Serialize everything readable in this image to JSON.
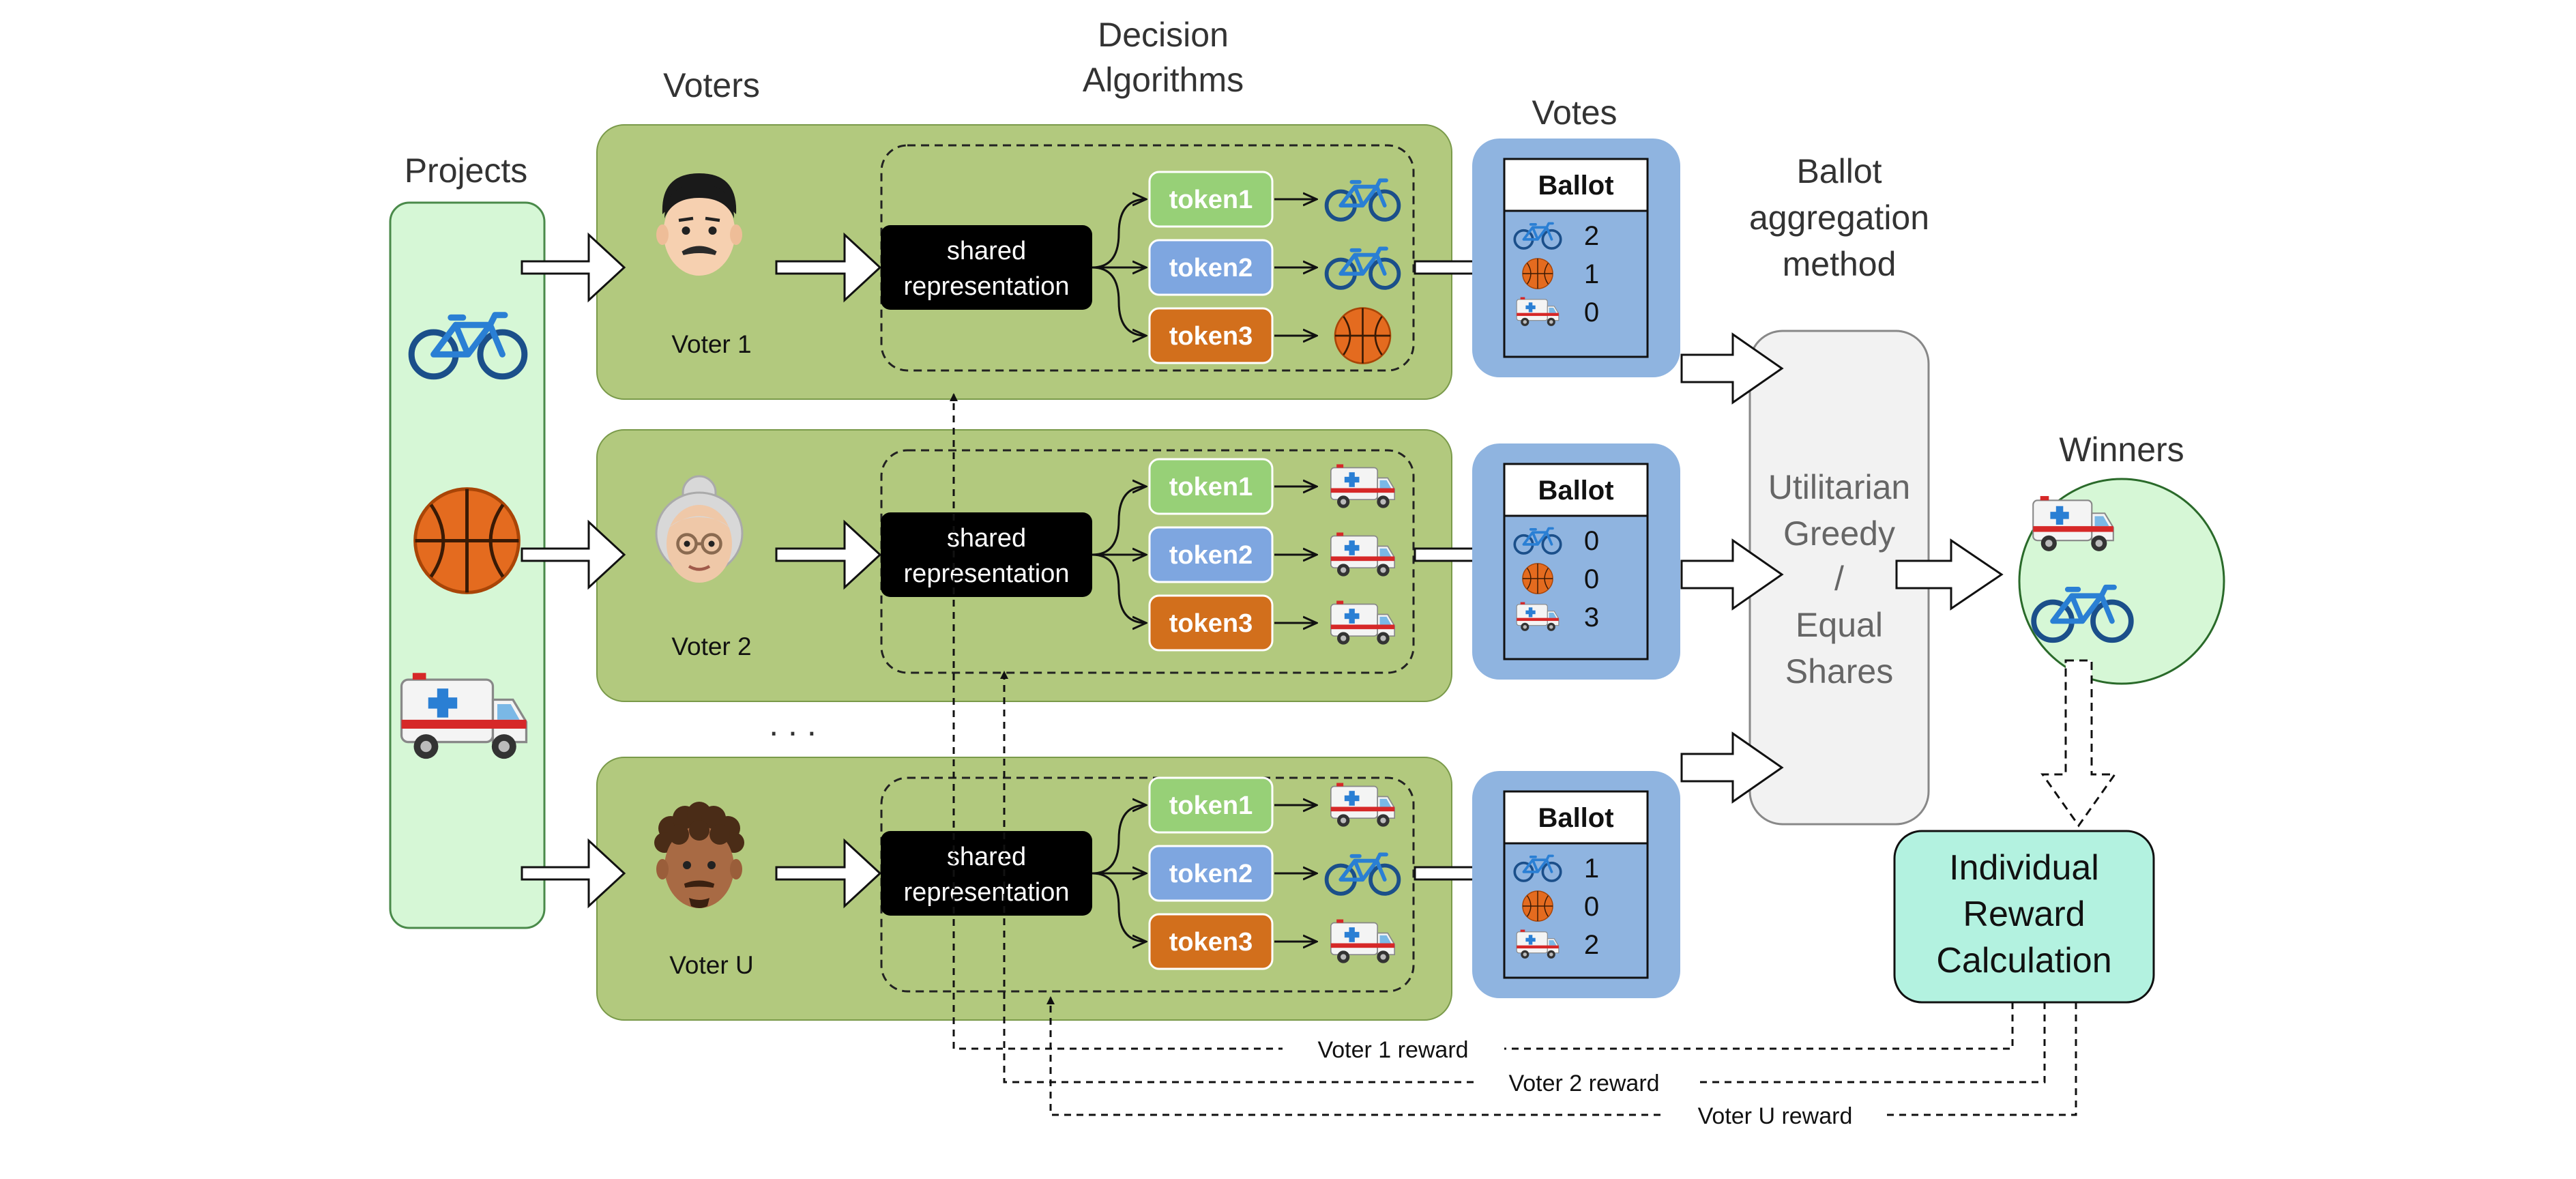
{
  "labels": {
    "projects": "Projects",
    "voters": "Voters",
    "decision_algorithms_line1": "Decision",
    "decision_algorithms_line2": "Algorithms",
    "votes": "Votes",
    "ballot_aggregation_line1": "Ballot",
    "ballot_aggregation_line2": "aggregation",
    "ballot_aggregation_line3": "method",
    "winners": "Winners",
    "ellipsis": ". . ."
  },
  "aggregation_box": {
    "line1": "Utilitarian",
    "line2": "Greedy",
    "line3": "/",
    "line4": "Equal",
    "line5": "Shares"
  },
  "reward_box": {
    "line1": "Individual",
    "line2": "Reward",
    "line3": "Calculation"
  },
  "shared_representation": {
    "line1": "shared",
    "line2": "representation"
  },
  "tokens": [
    "token1",
    "token2",
    "token3"
  ],
  "voters": [
    {
      "label": "Voter 1",
      "picks": [
        "bicycle",
        "bicycle",
        "basketball"
      ],
      "ballot": [
        "2",
        "1",
        "0"
      ]
    },
    {
      "label": "Voter 2",
      "picks": [
        "ambulance",
        "ambulance",
        "ambulance"
      ],
      "ballot": [
        "0",
        "0",
        "3"
      ]
    },
    {
      "label": "Voter U",
      "picks": [
        "ambulance",
        "bicycle",
        "ambulance"
      ],
      "ballot": [
        "1",
        "0",
        "2"
      ]
    }
  ],
  "ballot_title": "Ballot",
  "rewards": [
    "Voter 1 reward",
    "Voter 2 reward",
    "Voter U reward"
  ],
  "colors": {
    "panel_green": "#b2c97e",
    "projects_green": "#d6f7d6",
    "votes_blue": "#8fb4e0",
    "token1": "#97d077",
    "token2": "#7ea6e0",
    "token3": "#d26f1c",
    "reward_box": "#b3f2e0",
    "aggregation_box": "#f2f2f2"
  },
  "icons": [
    "bicycle-icon",
    "basketball-icon",
    "ambulance-icon",
    "man-face-icon",
    "old-woman-face-icon",
    "curly-man-face-icon"
  ]
}
